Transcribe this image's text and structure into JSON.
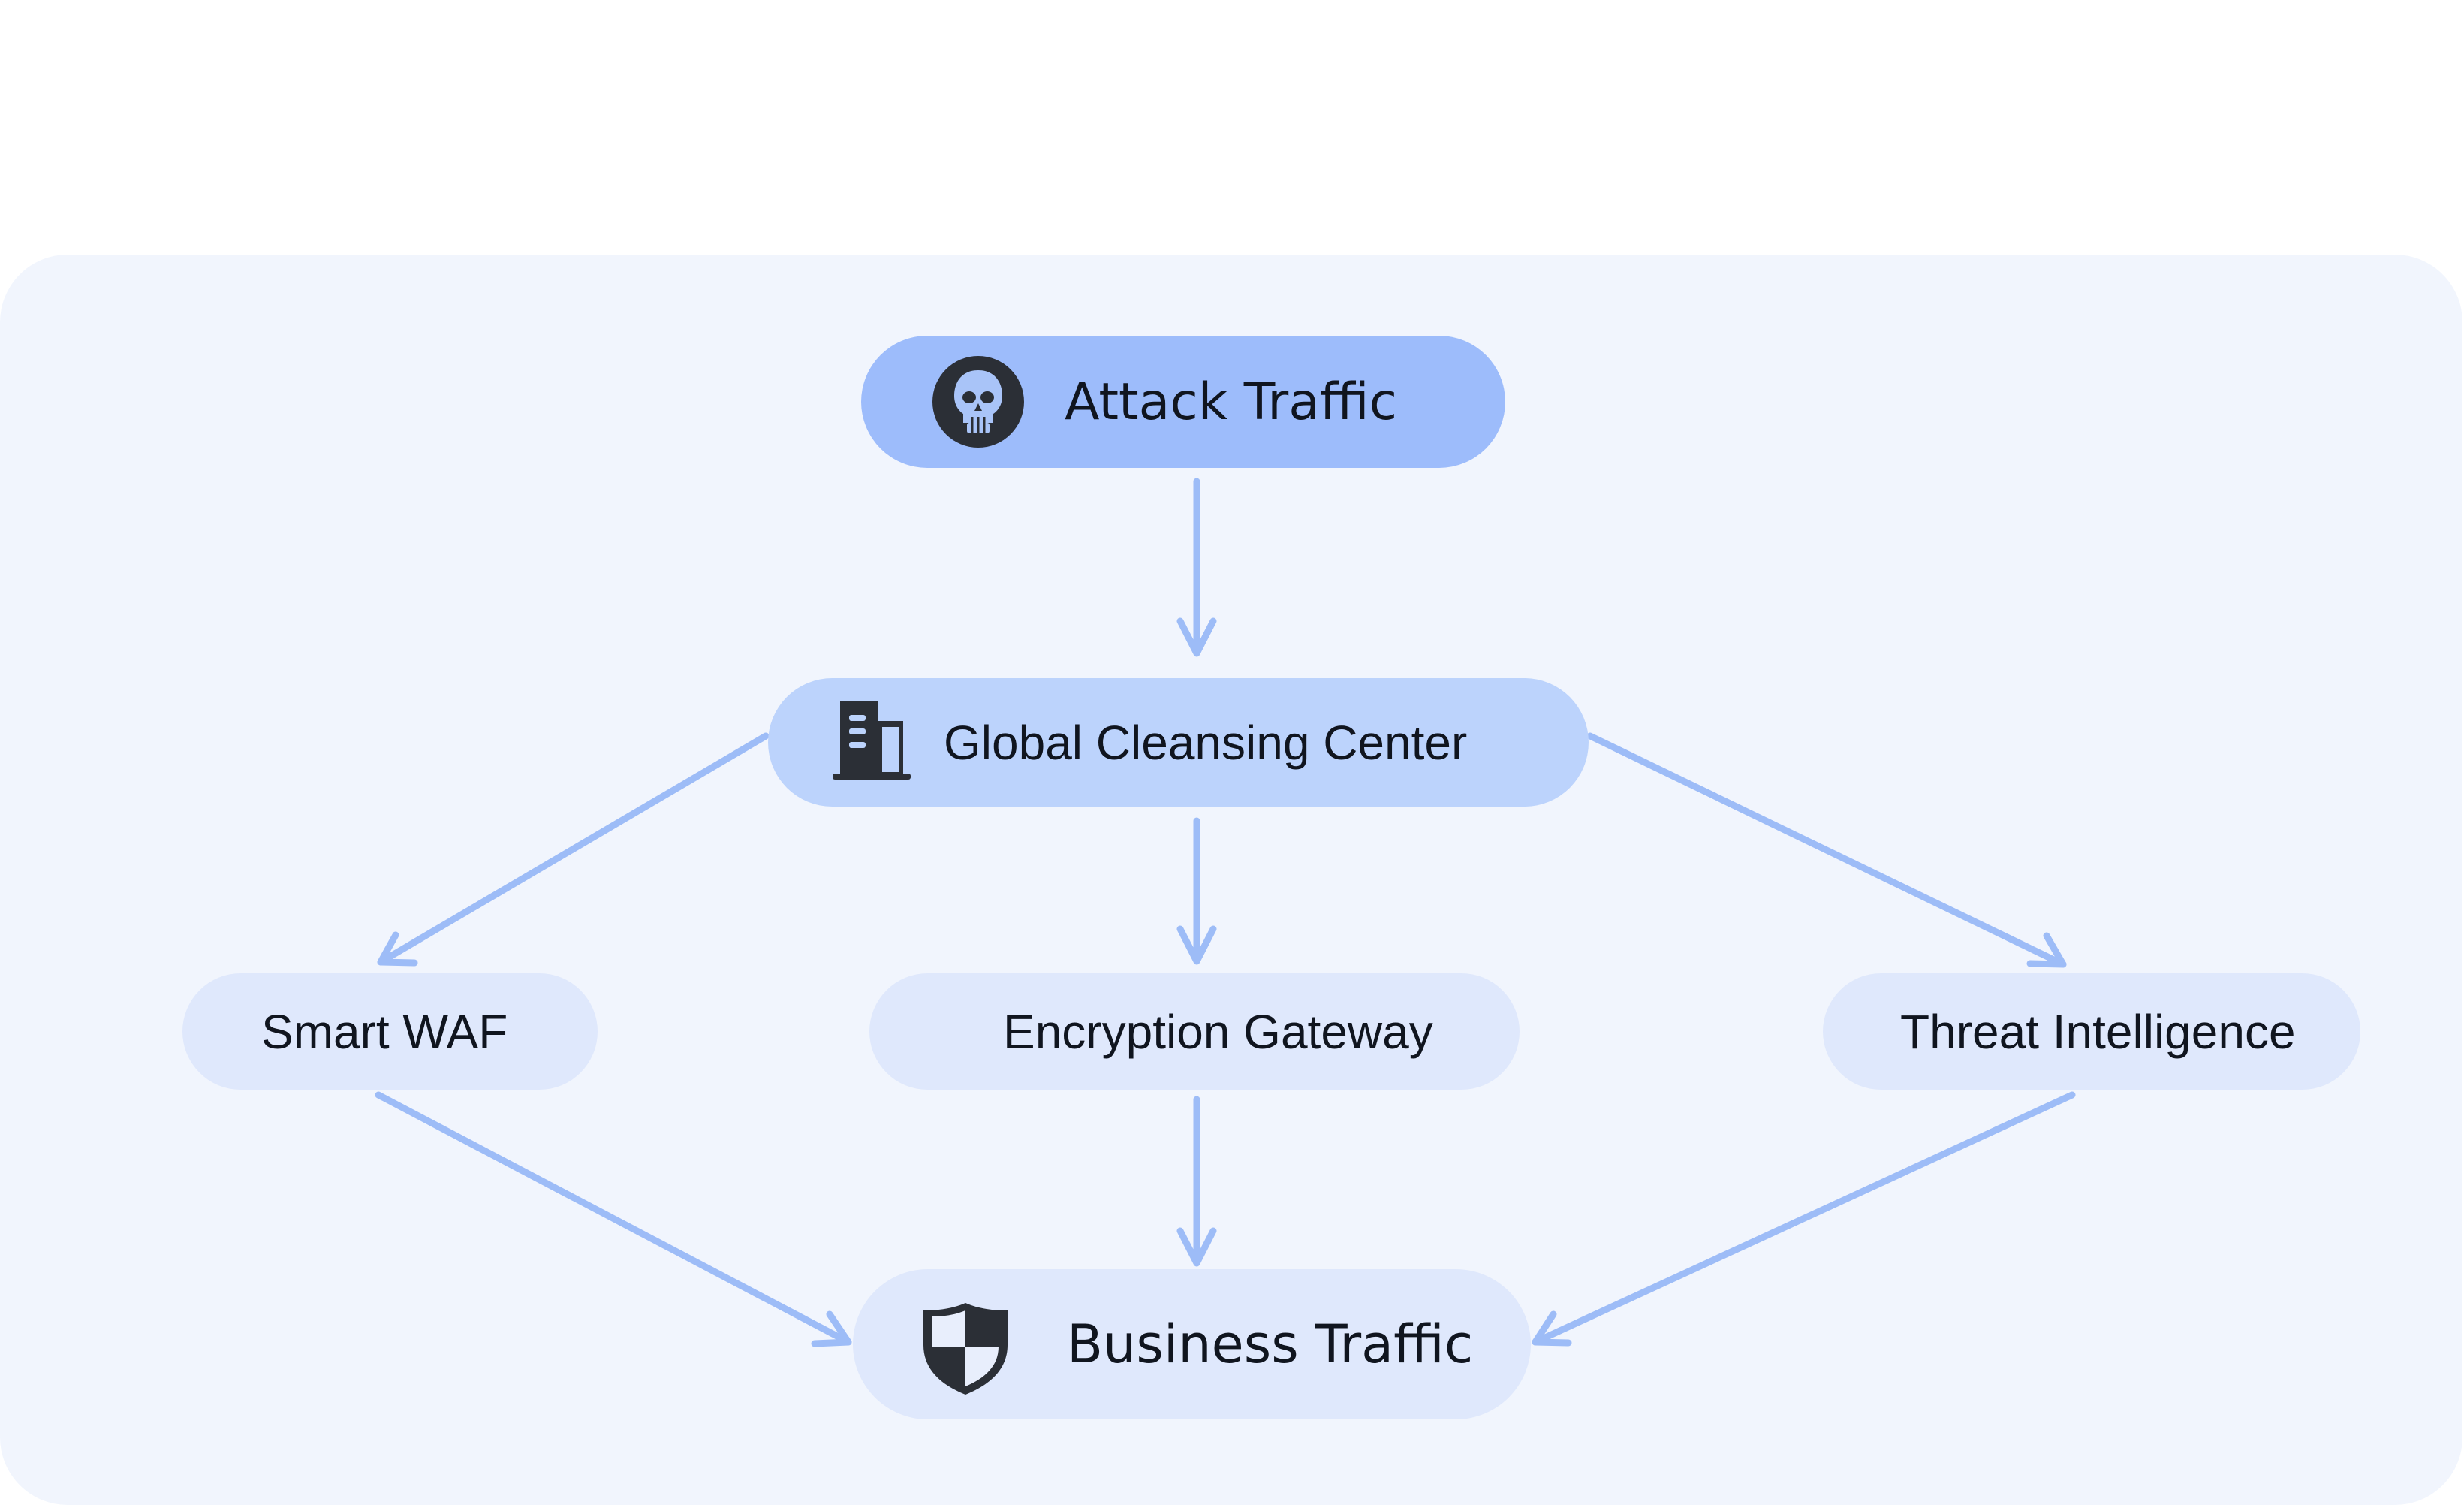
{
  "diagram": {
    "nodes": {
      "attack": {
        "label": "Attack Traffic",
        "icon": "skull-icon"
      },
      "center": {
        "label": "Global Cleansing Center",
        "icon": "building-icon"
      },
      "waf": {
        "label": "Smart WAF"
      },
      "gateway": {
        "label": "Encryption Gateway"
      },
      "threat": {
        "label": "Threat Intelligence"
      },
      "business": {
        "label": "Business Traffic",
        "icon": "shield-icon"
      }
    },
    "edges": [
      {
        "from": "Attack Traffic",
        "to": "Global Cleansing Center"
      },
      {
        "from": "Global Cleansing Center",
        "to": "Smart WAF"
      },
      {
        "from": "Global Cleansing Center",
        "to": "Encryption Gateway"
      },
      {
        "from": "Global Cleansing Center",
        "to": "Threat Intelligence"
      },
      {
        "from": "Smart WAF",
        "to": "Business Traffic"
      },
      {
        "from": "Encryption Gateway",
        "to": "Business Traffic"
      },
      {
        "from": "Threat Intelligence",
        "to": "Business Traffic"
      }
    ],
    "colors": {
      "panel": "#f1f5fd",
      "attack_node": "#9dbcfb",
      "center_node": "#bcd3fc",
      "service_node": "#dfe8fc",
      "edge": "#9dbcf7",
      "icon": "#2b2f36"
    }
  }
}
